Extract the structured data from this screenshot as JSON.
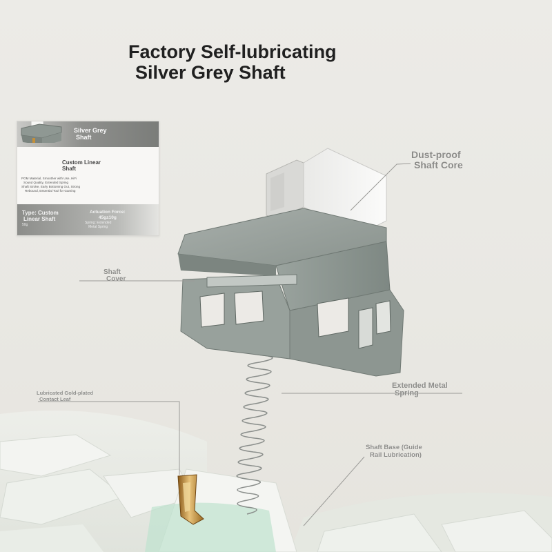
{
  "title": {
    "line1": "Factory Self-lubricating",
    "line2": "Silver Grey Shaft"
  },
  "spec_card": {
    "name_line1": "Silver Grey",
    "name_line2": "Shaft",
    "subtitle_line1": "Custom Linear",
    "subtitle_line2": "Shaft",
    "desc_line1": "POM Material, Smoother with Use, HiFi",
    "desc_line2": "Sound Quality, Extended Spring",
    "desc_line3": "Shaft Stroke, Early Bottoming Out, Strong",
    "desc_line4": "Rebound, Essential Tool for Gaming",
    "type_line1": "Type: Custom",
    "type_line2": "Linear Shaft",
    "force_small": "50g",
    "actuation_label": "Actuation Force:",
    "actuation_value": "45g±10g",
    "spring_line1": "Spring: Extended",
    "spring_line2": "Metal Spring"
  },
  "callouts": {
    "dust_line1": "Dust-proof",
    "dust_line2": "Shaft Core",
    "cover_line1": "Shaft",
    "cover_line2": "Cover",
    "spring_line1": "Extended Metal",
    "spring_line2": "Spring",
    "leaf_line1": "Lubricated Gold-plated",
    "leaf_line2": "Contact Leaf",
    "base_line1": "Shaft Base (Guide",
    "base_line2": "Rail Lubrication)"
  },
  "colors": {
    "housing": "#8f9893",
    "stem": "#f3f3f1",
    "gold": "#c4903a",
    "label_text": "#8b8b88",
    "title_text": "#202020"
  }
}
